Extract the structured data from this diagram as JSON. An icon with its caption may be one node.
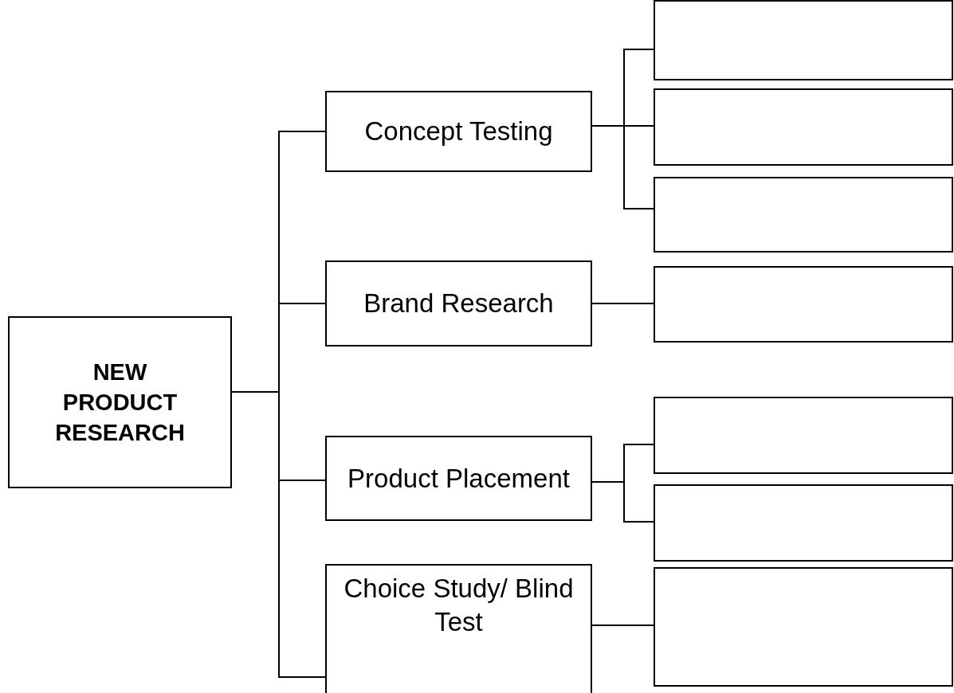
{
  "diagram": {
    "nodes": [
      {
        "text": [
          "NEW PRODUCT RESEARCH"
        ]
      },
      {
        "text": [
          "Concept Testing"
        ]
      },
      {
        "text": [],
        "shape": "box"
      },
      {
        "text": [],
        "shape": "box"
      },
      {
        "text": [],
        "shape": "box"
      },
      {
        "text": [
          "Brand Research"
        ]
      },
      {
        "text": [],
        "shape": "box"
      },
      {
        "text": [
          "Product Placement"
        ]
      },
      {
        "text": [],
        "shape": "box"
      },
      {
        "text": [],
        "shape": "box"
      },
      {
        "text": [
          "Choice Study/ Blind Test"
        ]
      },
      {
        "text": [],
        "shape": "box"
      }
    ],
    "edges": [
      {
        "from": 0,
        "to": 1,
        "arrow": "none"
      },
      {
        "from": 0,
        "to": 5,
        "arrow": "none"
      },
      {
        "from": 0,
        "to": 7,
        "arrow": "none"
      },
      {
        "from": 0,
        "to": 10,
        "arrow": "none"
      },
      {
        "from": 1,
        "to": 2,
        "arrow": "none"
      },
      {
        "from": 1,
        "to": 3,
        "arrow": "none"
      },
      {
        "from": 1,
        "to": 4,
        "arrow": "none"
      },
      {
        "from": 5,
        "to": 6,
        "arrow": "none"
      },
      {
        "from": 7,
        "to": 8,
        "arrow": "none"
      },
      {
        "from": 7,
        "to": 9,
        "arrow": "none"
      },
      {
        "from": 10,
        "to": 11,
        "arrow": "none"
      }
    ]
  }
}
